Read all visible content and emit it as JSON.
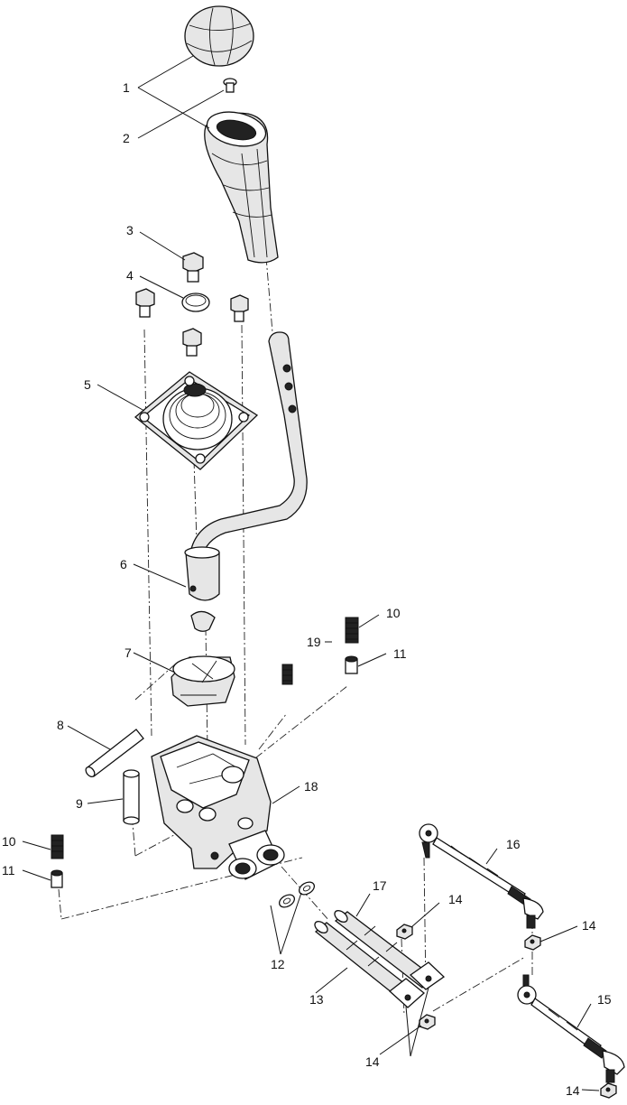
{
  "diagram": {
    "type": "exploded-parts-view",
    "callouts": [
      "1",
      "2",
      "3",
      "4",
      "5",
      "6",
      "7",
      "8",
      "9",
      "10",
      "11",
      "12",
      "13",
      "14",
      "15",
      "16",
      "17",
      "18",
      "19"
    ]
  },
  "labels": {
    "c1": "1",
    "c2": "2",
    "c3": "3",
    "c4": "4",
    "c5": "5",
    "c6": "6",
    "c7": "7",
    "c8": "8",
    "c9": "9",
    "c10a": "10",
    "c10b": "10",
    "c11a": "11",
    "c11b": "11",
    "c12": "12",
    "c13": "13",
    "c14a": "14",
    "c14b": "14",
    "c14c": "14",
    "c14d": "14",
    "c15": "15",
    "c16": "16",
    "c17": "17",
    "c18": "18",
    "c19": "19"
  }
}
